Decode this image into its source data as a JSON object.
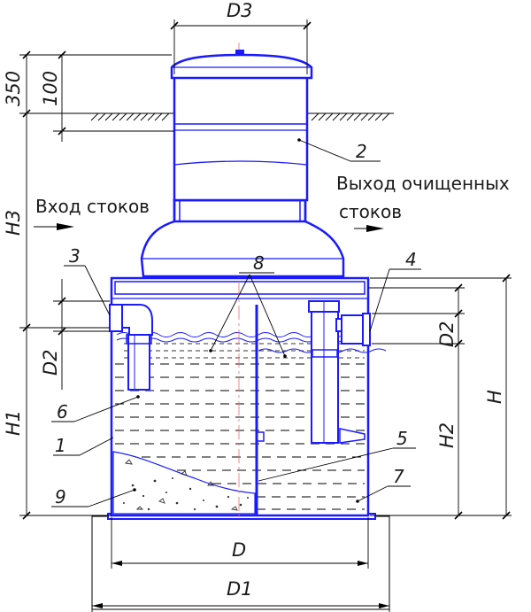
{
  "labels": {
    "inlet": "Вход стоков",
    "outlet_line1": "Выход очищенных",
    "outlet_line2": "стоков"
  },
  "dimensions": {
    "d3": "D3",
    "d": "D",
    "d1": "D1",
    "d2_left": "D2",
    "d2_right": "D2",
    "h": "H",
    "h1": "H1",
    "h2": "H2",
    "h3": "H3",
    "top_350": "350",
    "top_100": "100"
  },
  "callouts": [
    "1",
    "2",
    "3",
    "4",
    "5",
    "6",
    "7",
    "8",
    "9"
  ],
  "colors": {
    "structure": "#1a1aff",
    "lines": "#000000",
    "centerline": "#ff6666"
  }
}
